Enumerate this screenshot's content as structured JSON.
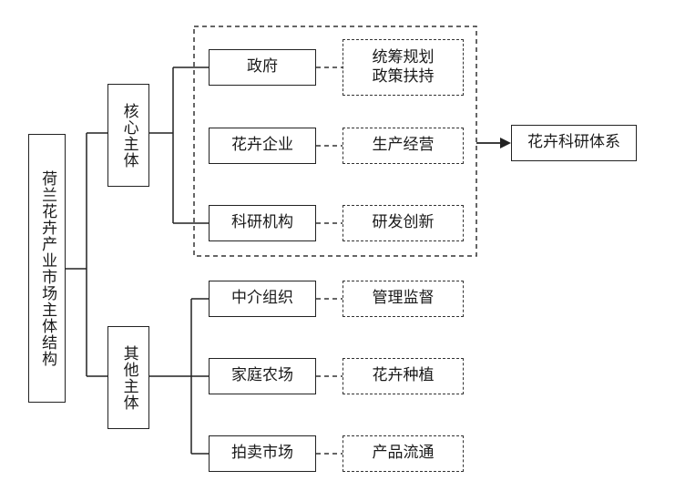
{
  "root": {
    "label": "荷兰花卉产业市场主体结构"
  },
  "groups": [
    {
      "label": "核心主体",
      "entities": [
        {
          "label": "政府",
          "role": "统筹规划\n政策扶持"
        },
        {
          "label": "花卉企业",
          "role": "生产经营"
        },
        {
          "label": "科研机构",
          "role": "研发创新"
        }
      ]
    },
    {
      "label": "其他主体",
      "entities": [
        {
          "label": "中介组织",
          "role": "管理监督"
        },
        {
          "label": "家庭农场",
          "role": "花卉种植"
        },
        {
          "label": "拍卖市场",
          "role": "产品流通"
        }
      ]
    }
  ],
  "output": {
    "label": "花卉科研体系"
  }
}
